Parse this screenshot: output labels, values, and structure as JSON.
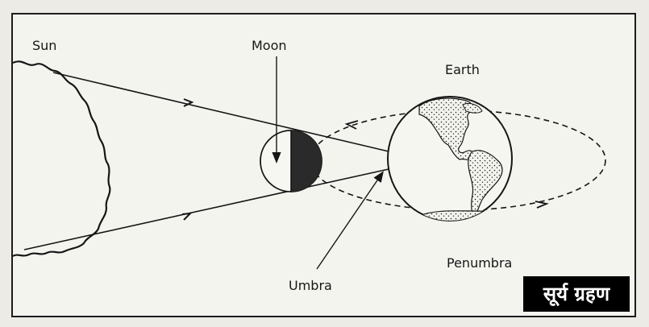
{
  "labels": {
    "sun": "Sun",
    "moon": "Moon",
    "earth": "Earth",
    "umbra": "Umbra",
    "penumbra": "Penumbra"
  },
  "caption": "सूर्य ग्रहण",
  "colors": {
    "background": "#f4f4ef",
    "ink": "#161616",
    "moon_shadow": "#2a2a2a",
    "caption_bg": "#000000",
    "caption_text": "#ffffff"
  },
  "icons": {
    "sun": "sun-icon",
    "moon": "moon-icon",
    "earth": "earth-globe-icon",
    "arrow": "arrow-icon"
  }
}
